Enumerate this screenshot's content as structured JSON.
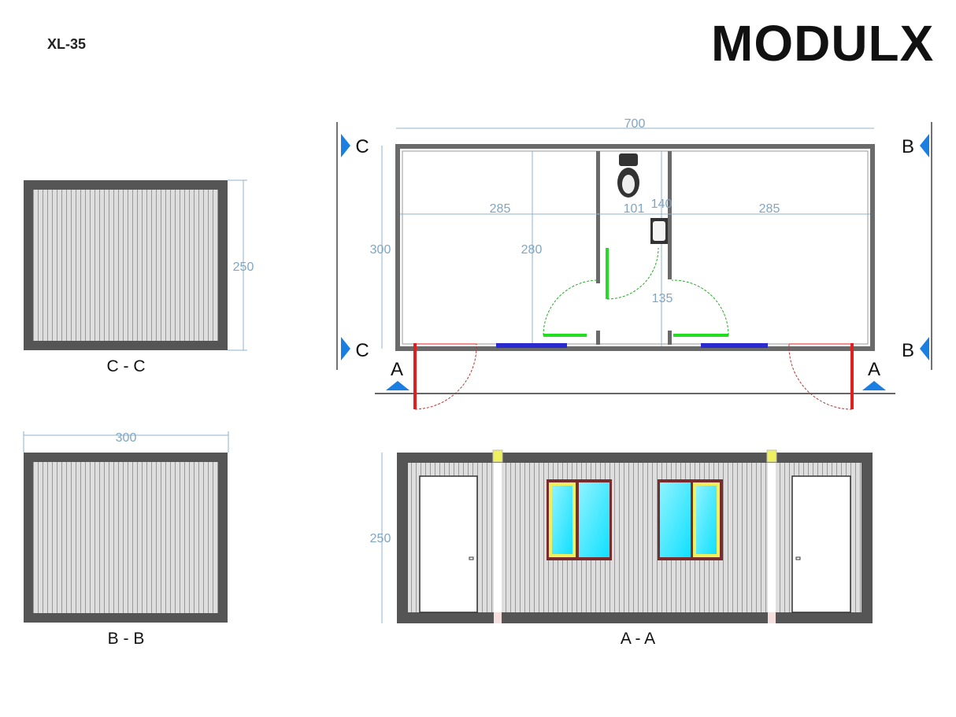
{
  "header": {
    "model": "XL-35",
    "logo_text": "MODULX"
  },
  "views": {
    "cc": {
      "label": "C - C",
      "height_dim": "250"
    },
    "bb": {
      "label": "B - B",
      "width_dim": "300"
    },
    "aa": {
      "label": "A - A",
      "height_dim": "250"
    },
    "plan": {
      "total_length": "700",
      "total_width": "300",
      "room_left": "285",
      "wc_width": "101",
      "wc_depth": "140",
      "room_right": "285",
      "room_depth": "280",
      "corridor": "135",
      "section_marks": {
        "c": "C",
        "b": "B",
        "a": "A"
      }
    }
  },
  "colors": {
    "dimension": "#8fb3cf",
    "frame": "#555555",
    "interior_door": "#22dd22",
    "entry_door": "#e02020",
    "window_plan": "#2a2ad0",
    "glass": "#33e6ff",
    "section_marker": "#1a7fe0"
  }
}
